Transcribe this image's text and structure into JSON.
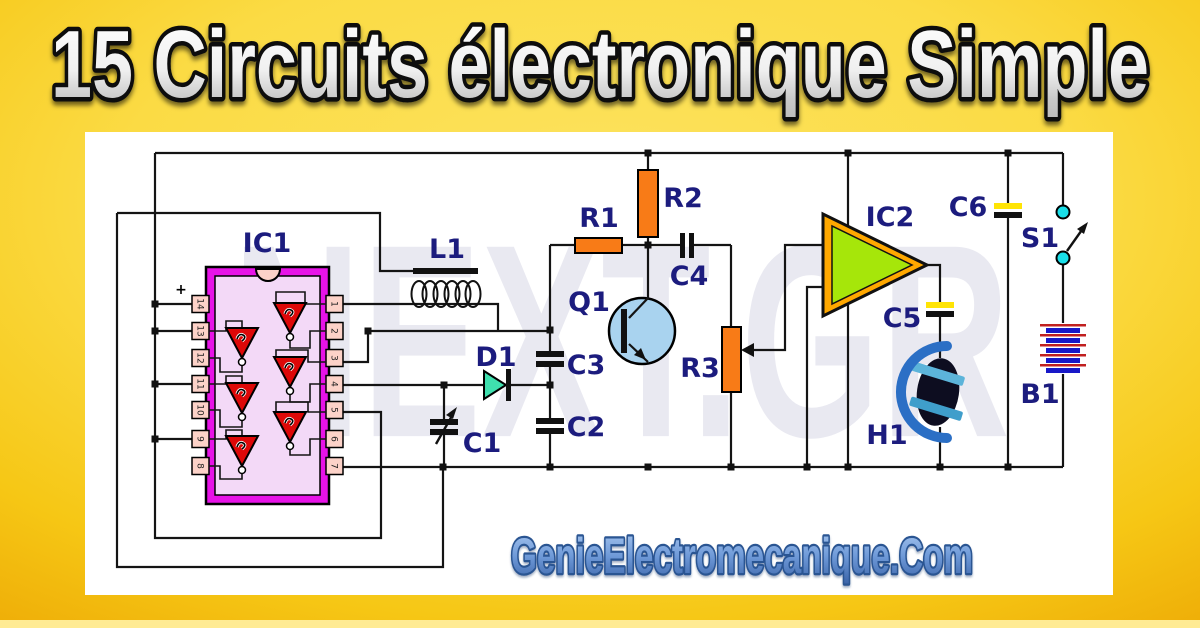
{
  "banner": {
    "title": "15 Circuits électronique Simple"
  },
  "watermark": {
    "text": "NEXT.GR"
  },
  "footer": {
    "website": "GenieElectromecanique.Com"
  },
  "schematic": {
    "labels": {
      "ic1": "IC1",
      "l1": "L1",
      "r1": "R1",
      "r2": "R2",
      "r3": "R3",
      "c1": "C1",
      "c2": "C2",
      "c3": "C3",
      "c4": "C4",
      "c5": "C5",
      "c6": "C6",
      "d1": "D1",
      "q1": "Q1",
      "ic2": "IC2",
      "s1": "S1",
      "b1": "B1",
      "h1": "H1"
    },
    "ic1": {
      "pins_left": [
        "14",
        "13",
        "12",
        "11",
        "10",
        "9",
        "8"
      ],
      "pins_right": [
        "1",
        "2",
        "3",
        "4",
        "5",
        "6",
        "7"
      ],
      "polarity_mark": "+"
    }
  },
  "colors": {
    "background_gold": "#eca503",
    "background_yellow": "#fbdb44",
    "bottom_strip": "#ffeb94",
    "panel_white": "#ffffff",
    "title_fill": "#ffffff",
    "title_outline": "#0c0c0c",
    "footer_blue": "#6f9ad8",
    "footer_outline": "#2a5492",
    "watermark_gray": "#e9e9f1",
    "label_navy": "#1c1c7e",
    "wire_black": "#141414",
    "resistor_orange": "#f87b17",
    "ic1_frame_magenta": "#e713e7",
    "ic1_body_lavender": "#f3d9f7",
    "pin_pink": "#fcd2c8",
    "inverter_red": "#dd0808",
    "diode_turquoise": "#3fdfae",
    "transistor_blue": "#a9d3ef",
    "amp_green": "#a6e60a",
    "amp_border_orange": "#ffa800",
    "cap_plate_yellow": "#ffe405",
    "switch_cyan": "#19dfe9",
    "battery_blue": "#1818c8",
    "battery_red": "#c02020",
    "earphone_band_blue": "#2b6fc5",
    "earphone_stripe_blue": "#5cb4da"
  }
}
